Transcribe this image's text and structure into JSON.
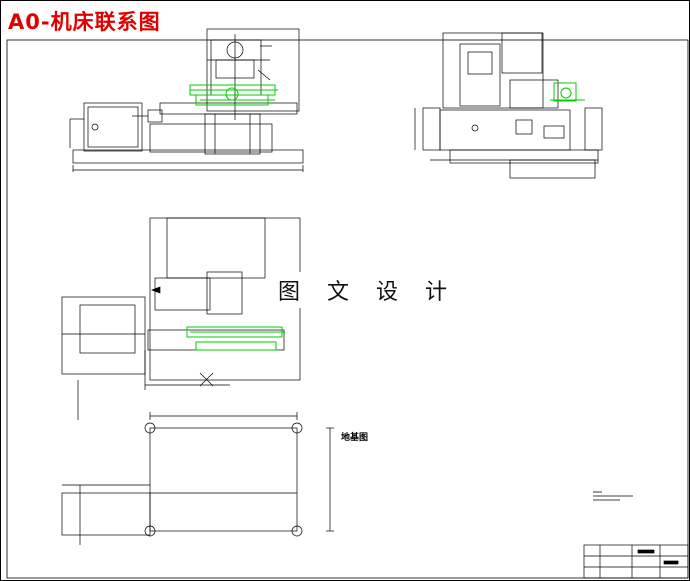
{
  "drawing": {
    "title": "A0-机床联系图",
    "watermark": "图 文 设 计",
    "foundation_label": "地基图"
  },
  "colors": {
    "line": "#000000",
    "green": "#00cc00",
    "title_red": "#e00000"
  }
}
